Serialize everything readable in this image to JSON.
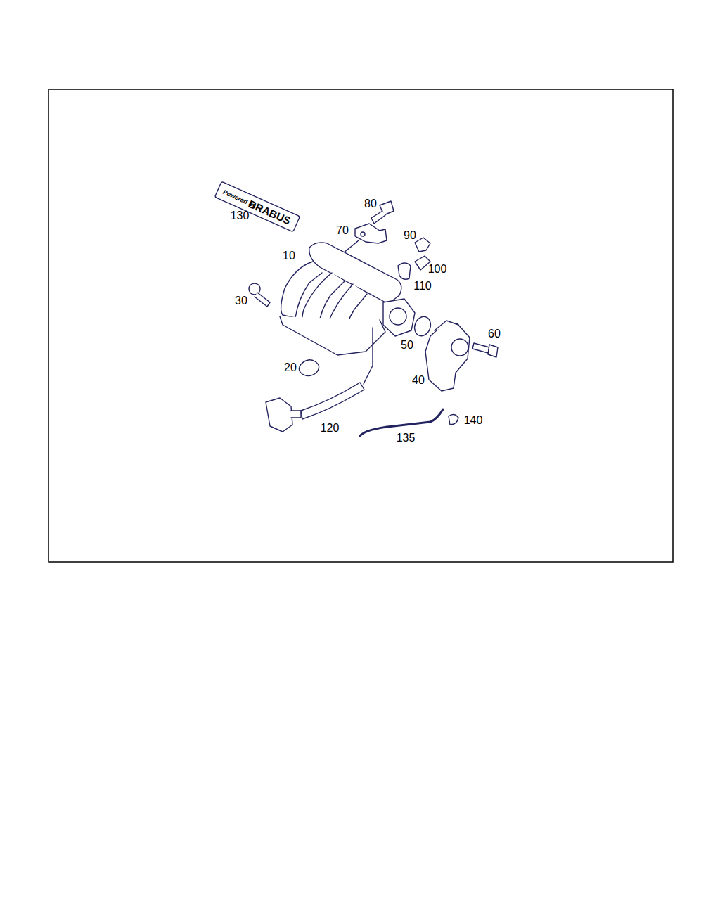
{
  "diagram": {
    "labels": [
      "Powered by",
      "BRABUS",
      "130",
      "80",
      "70",
      "90",
      "10",
      "100",
      "110",
      "30",
      "50",
      "60",
      "20",
      "40",
      "120",
      "135",
      "140"
    ]
  }
}
